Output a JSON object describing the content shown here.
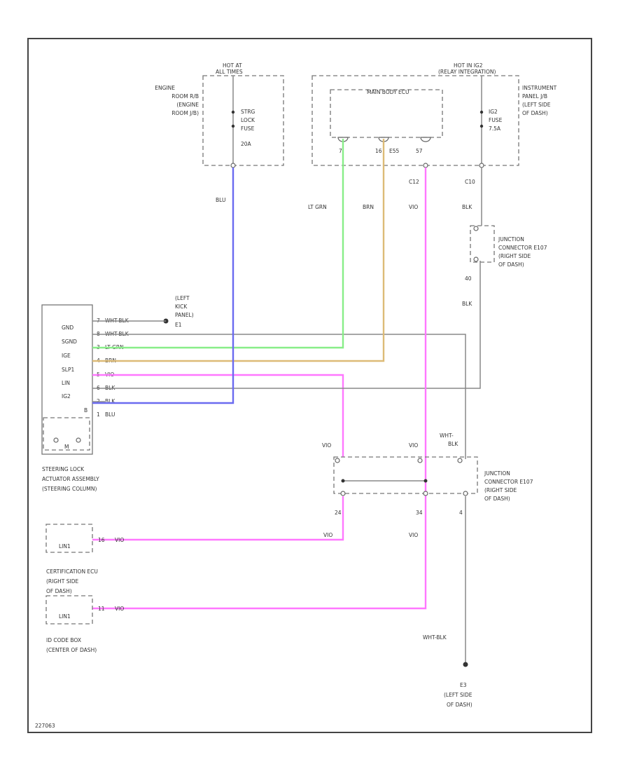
{
  "colors": {
    "blu": "#6a6af0",
    "lt_grn": "#88ee88",
    "brn": "#ddbb77",
    "vio": "#ff77ff",
    "gray": "#888888"
  },
  "labels": {
    "hot_at_1": "HOT AT",
    "hot_at_2": "ALL TIMES",
    "engine_room_rb_1": "ENGINE",
    "engine_room_rb_2": "ROOM R/B",
    "engine_room_rb_3": "(ENGINE",
    "engine_room_rb_4": "ROOM J/B)",
    "strg_lock_1": "STRG",
    "strg_lock_2": "LOCK",
    "strg_lock_3": "FUSE",
    "strg_lock_4": "20A",
    "hot_ig_1": "HOT IN IG2",
    "hot_ig_2": "(RELAY INTEGRATION)",
    "main_body_ecu": "MAIN BODY ECU",
    "ip_jb_1": "INSTRUMENT",
    "ip_jb_2": "PANEL J/B",
    "ip_jb_3": "(LEFT SIDE",
    "ip_jb_4": "OF DASH)",
    "ig2_fuse_1": "IG2",
    "ig2_fuse_2": "FUSE",
    "ig2_fuse_3": "7.5A",
    "pin_7": "7",
    "pin_16": "16",
    "pin_e55": "E55",
    "pin_57": "57",
    "pin_c12": "C12",
    "pin_c10": "C10",
    "wire_blu": "BLU",
    "wire_lt_grn": "LT GRN",
    "wire_brn": "BRN",
    "wire_vio_top": "VIO",
    "wire_blk_top": "BLK",
    "jc_top_1": "JUNCTION",
    "jc_top_2": "CONNECTOR E107",
    "jc_top_3": "(RIGHT SIDE",
    "jc_top_4": "OF DASH)",
    "pin_40": "40",
    "wire_blk_mid": "BLK",
    "left_kick_1": "(LEFT",
    "left_kick_2": "KICK",
    "left_kick_3": "PANEL)",
    "left_kick_4": "E1",
    "term_gnd": "GND",
    "term_sgnd": "SGND",
    "term_ige": "IGE",
    "term_slp1": "SLP1",
    "term_lin": "LIN",
    "term_ig2": "IG2",
    "term_b": "B",
    "pin_row_1": "7",
    "pin_row_2": "8",
    "pin_row_3": "3",
    "pin_row_4": "4",
    "pin_row_5": "5",
    "pin_row_6": "6",
    "pin_row_7": "2",
    "pin_row_8": "1",
    "wire_row_1": "WHT-BLK",
    "wire_row_2": "WHT-BLK",
    "wire_row_3": "LT GRN",
    "wire_row_4": "BRN",
    "wire_row_5": "VIO",
    "wire_row_6": "BLK",
    "wire_row_7": "BLK",
    "wire_row_8": "BLU",
    "motor_m": "M",
    "steering_1": "STEERING LOCK",
    "steering_2": "ACTUATOR ASSEMBLY",
    "steering_3": "(STEERING COLUMN)",
    "wire_vio_a": "VIO",
    "wire_vio_b": "VIO",
    "wire_whtblk_mid_1": "WHT-",
    "wire_whtblk_mid_2": "BLK",
    "jc_bot_1": "JUNCTION",
    "jc_bot_2": "CONNECTOR E107",
    "jc_bot_3": "(RIGHT SIDE",
    "jc_bot_4": "OF DASH)",
    "pin_24": "24",
    "pin_34": "34",
    "pin_4": "4",
    "wire_vio_c": "VIO",
    "wire_vio_d": "VIO",
    "cert_pin": "16",
    "cert_wire": "VIO",
    "cert_lin1": "LIN1",
    "cert_1": "CERTIFICATION ECU",
    "cert_2": "(RIGHT SIDE",
    "cert_3": "OF DASH)",
    "id_pin": "11",
    "id_wire": "VIO",
    "id_lin1": "LIN1",
    "id_1": "ID CODE BOX",
    "id_2": "(CENTER OF DASH)",
    "wire_whtblk_bot": "WHT-BLK",
    "gnd_e3_1": "E3",
    "gnd_e3_2": "(LEFT SIDE",
    "gnd_e3_3": "OF DASH)",
    "footer_code": "227063"
  }
}
